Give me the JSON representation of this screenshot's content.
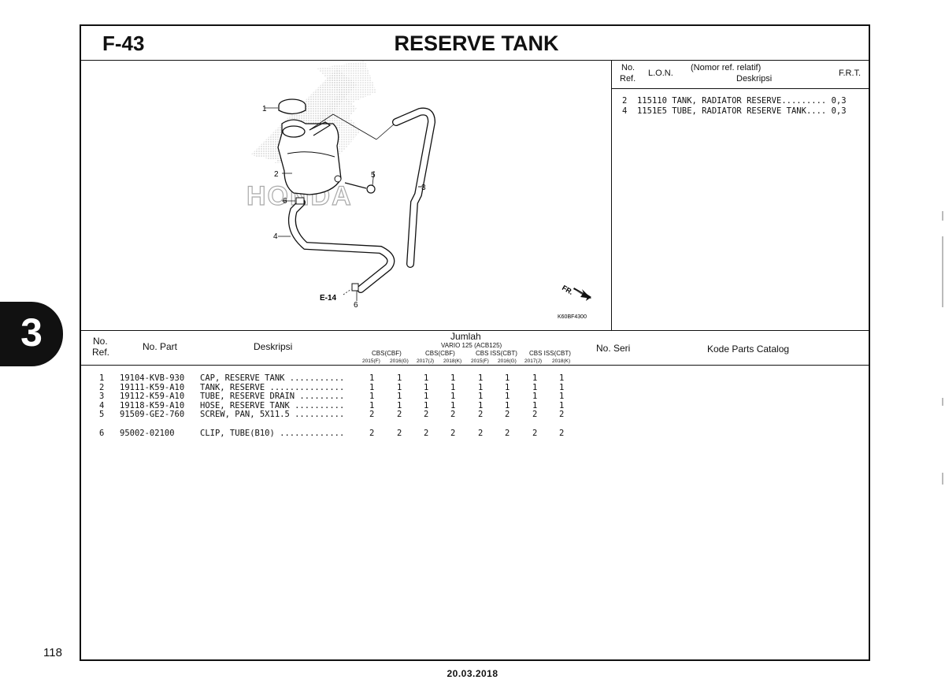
{
  "header": {
    "section": "F-43",
    "title": "RESERVE TANK"
  },
  "diagram": {
    "code": "K60BF4300",
    "fr_label": "FR.",
    "ref_label": "E-14",
    "brand_watermark": "HONDA",
    "callouts": [
      "1",
      "2",
      "3",
      "4",
      "5",
      "6",
      "6"
    ]
  },
  "frt_table": {
    "headers": {
      "no": "No.",
      "ref": "Ref.",
      "lon": "L.O.N.",
      "desc_top": "(Nomor ref. relatif)",
      "desc": "Deskripsi",
      "frt": "F.R.T."
    },
    "rows": [
      {
        "ref": "2",
        "lon": "115110",
        "desc": "TANK, RADIATOR RESERVE",
        "dots": ".........",
        "frt": "0,3"
      },
      {
        "ref": "4",
        "lon": "1151E5",
        "desc": "TUBE, RADIATOR RESERVE TANK",
        "dots": "....",
        "frt": "0,3"
      }
    ]
  },
  "parts_table": {
    "headers": {
      "no": "No.",
      "ref": "Ref.",
      "part": "No. Part",
      "desc": "Deskripsi",
      "jumlah": "Jumlah",
      "model": "VARIO 125 (ACB125)",
      "groups": [
        "CBS(CBF)",
        "CBS(CBF)",
        "CBS ISS(CBT)",
        "CBS ISS(CBT)"
      ],
      "years": [
        "2015(F)",
        "2016(G)",
        "2017(J)",
        "2018(K)",
        "2015(F)",
        "2016(G)",
        "2017(J)",
        "2018(K)"
      ],
      "seri": "No. Seri",
      "catalog": "Kode Parts Catalog"
    },
    "rows": [
      {
        "ref": "1",
        "part": "19104-KVB-930",
        "desc": "CAP, RESERVE TANK ...........",
        "qty": [
          "1",
          "1",
          "1",
          "1",
          "1",
          "1",
          "1",
          "1"
        ]
      },
      {
        "ref": "2",
        "part": "19111-K59-A10",
        "desc": "TANK, RESERVE ...............",
        "qty": [
          "1",
          "1",
          "1",
          "1",
          "1",
          "1",
          "1",
          "1"
        ]
      },
      {
        "ref": "3",
        "part": "19112-K59-A10",
        "desc": "TUBE, RESERVE DRAIN .........",
        "qty": [
          "1",
          "1",
          "1",
          "1",
          "1",
          "1",
          "1",
          "1"
        ]
      },
      {
        "ref": "4",
        "part": "19118-K59-A10",
        "desc": "HOSE, RESERVE TANK ..........",
        "qty": [
          "1",
          "1",
          "1",
          "1",
          "1",
          "1",
          "1",
          "1"
        ]
      },
      {
        "ref": "5",
        "part": "91509-GE2-760",
        "desc": "SCREW, PAN, 5X11.5 ..........",
        "qty": [
          "2",
          "2",
          "2",
          "2",
          "2",
          "2",
          "2",
          "2"
        ]
      },
      {
        "ref": "6",
        "part": "95002-02100",
        "desc": "CLIP, TUBE(B10) .............",
        "qty": [
          "2",
          "2",
          "2",
          "2",
          "2",
          "2",
          "2",
          "2"
        ]
      }
    ]
  },
  "chapter_tab": "3",
  "footer": {
    "page": "118",
    "date": "20.03.2018"
  }
}
